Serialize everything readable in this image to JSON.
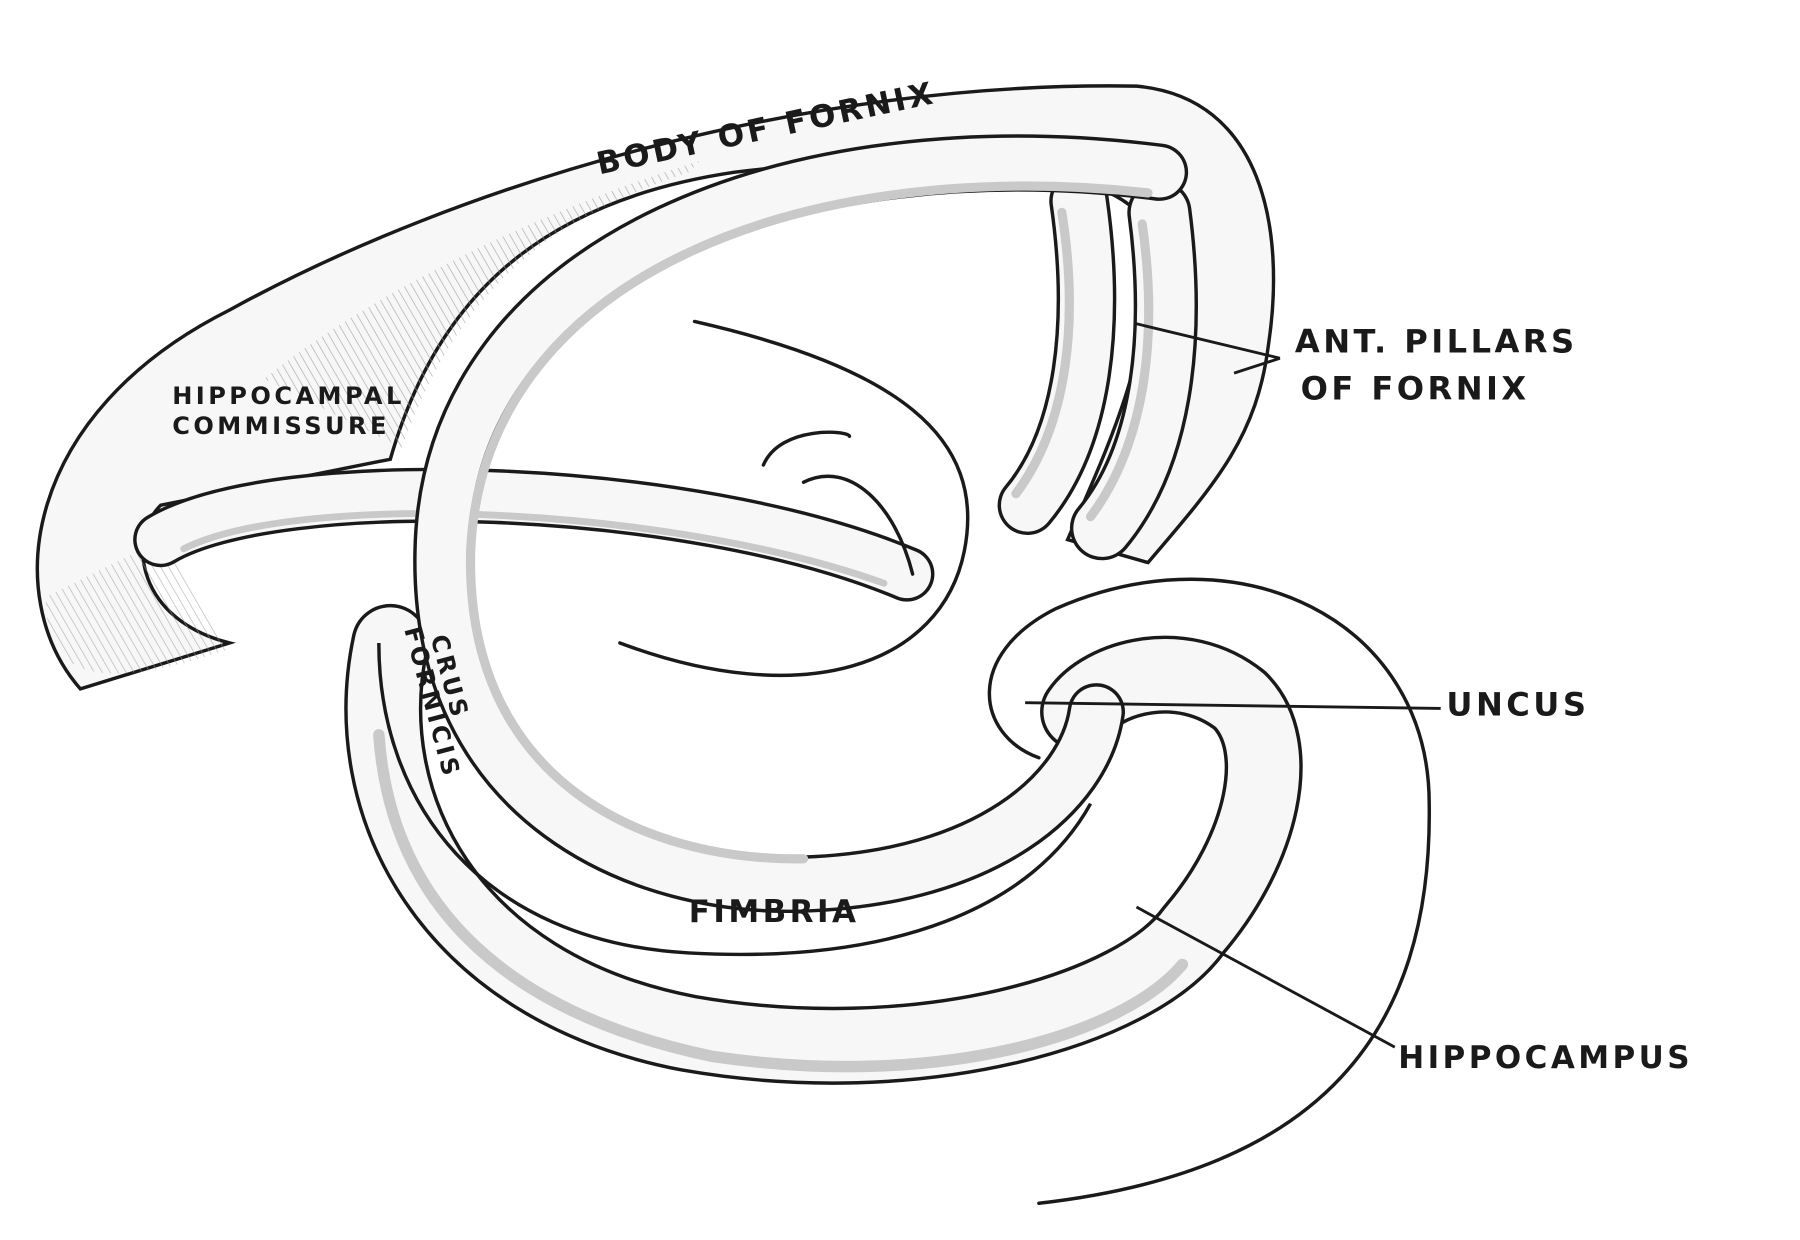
{
  "labels": {
    "body_of_fornix": "BODY OF FORNIX",
    "hippocampal": "HIPPOCAMPAL",
    "commissure": "COMMISSURE",
    "ant_pillars": "ANT. PILLARS",
    "of_fornix": "OF FORNIX",
    "uncus": "UNCUS",
    "crus": "CRUS",
    "fornicis": "FORNICIS",
    "fimbria": "FIMBRIA",
    "hippocampus": "HIPPOCAMPUS"
  },
  "colors": {
    "ink": "#1a1a1a",
    "fill": "#f7f7f7",
    "shade": "#c9c9c9"
  }
}
